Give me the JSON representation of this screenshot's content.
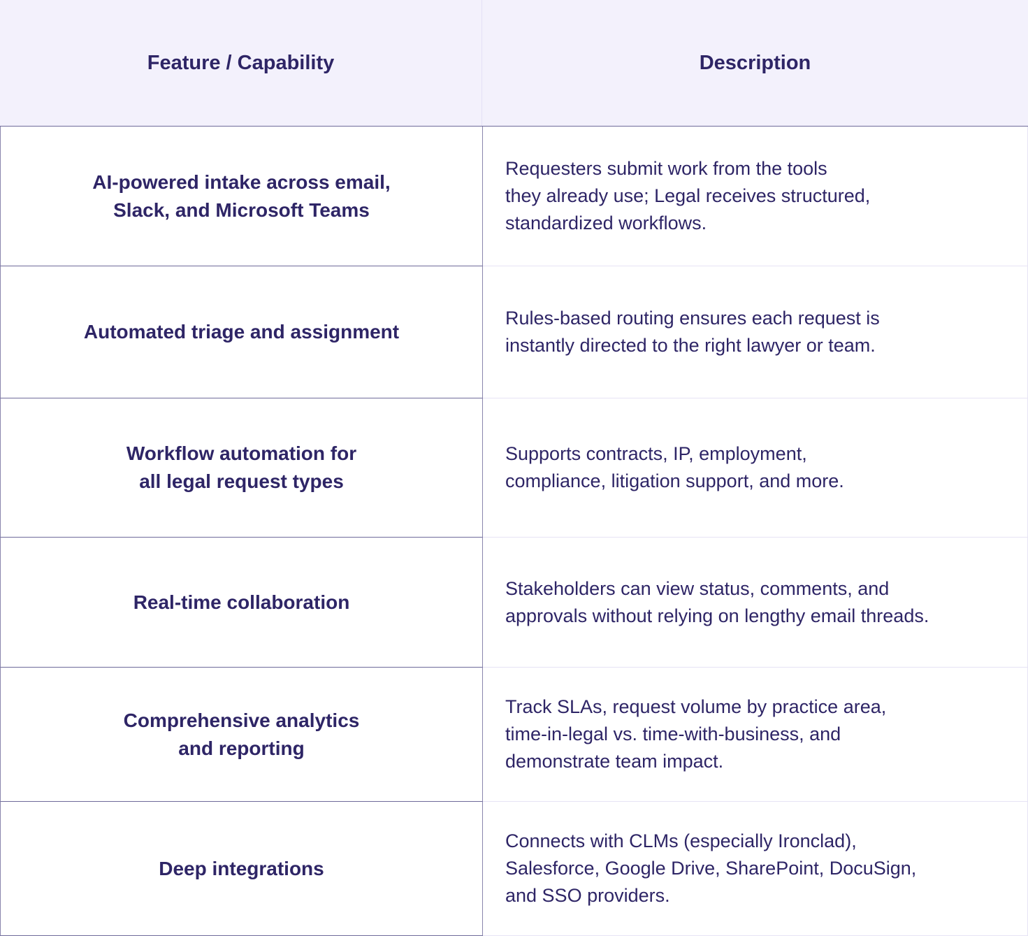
{
  "table": {
    "headers": {
      "feature": "Feature / Capability",
      "description": "Description"
    },
    "rows": [
      {
        "feature": "AI-powered intake across email,\nSlack, and Microsoft Teams",
        "description": "Requesters submit work from the tools\nthey already use; Legal receives structured,\nstandardized workflows."
      },
      {
        "feature": "Automated triage and assignment",
        "description": "Rules-based routing ensures each request is\ninstantly directed to the right lawyer or team."
      },
      {
        "feature": "Workflow automation for\nall legal request types",
        "description": "Supports contracts, IP, employment,\ncompliance, litigation support, and more."
      },
      {
        "feature": "Real-time collaboration",
        "description": "Stakeholders can view status, comments, and\napprovals without relying on lengthy email threads."
      },
      {
        "feature": "Comprehensive analytics\nand reporting",
        "description": "Track SLAs, request volume by practice area,\ntime-in-legal vs. time-with-business, and\ndemonstrate team impact."
      },
      {
        "feature": "Deep integrations",
        "description": "Connects with CLMs (especially Ironclad),\nSalesforce, Google Drive, SharePoint, DocuSign,\nand SSO providers."
      }
    ]
  },
  "colors": {
    "text": "#2e2566",
    "header_bg": "#f3f1fc",
    "left_border": "#6e6a9a",
    "right_separator": "#e6e3f5"
  }
}
